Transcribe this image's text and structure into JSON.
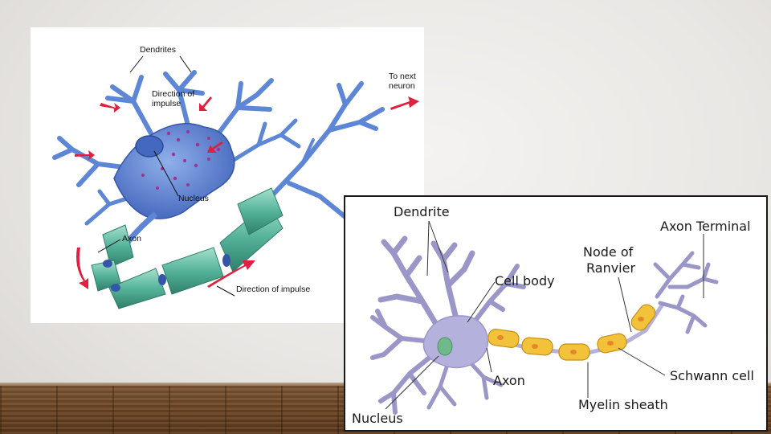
{
  "left_diagram": {
    "labels": {
      "dendrites": "Dendrites",
      "direction_top_1": "Direction of",
      "direction_top_2": "impulse",
      "next_1": "To next",
      "next_2": "neuron",
      "nucleus": "Nucleus",
      "axon": "Axon",
      "direction_bottom": "Direction of impulse"
    },
    "colors": {
      "cell": "#5d86d6",
      "myelin": "#55b39a",
      "arrow": "#e0203f"
    }
  },
  "right_diagram": {
    "labels": {
      "dendrite": "Dendrite",
      "axon_terminal": "Axon Terminal",
      "node_1": "Node of",
      "node_2": "Ranvier",
      "cell_body": "Cell body",
      "schwann": "Schwann cell",
      "axon": "Axon",
      "myelin": "Myelin sheath",
      "nucleus": "Nucleus"
    },
    "colors": {
      "cell": "#b4b1dc",
      "myelin": "#f2c23a",
      "nucleus": "#6fb98a"
    }
  }
}
